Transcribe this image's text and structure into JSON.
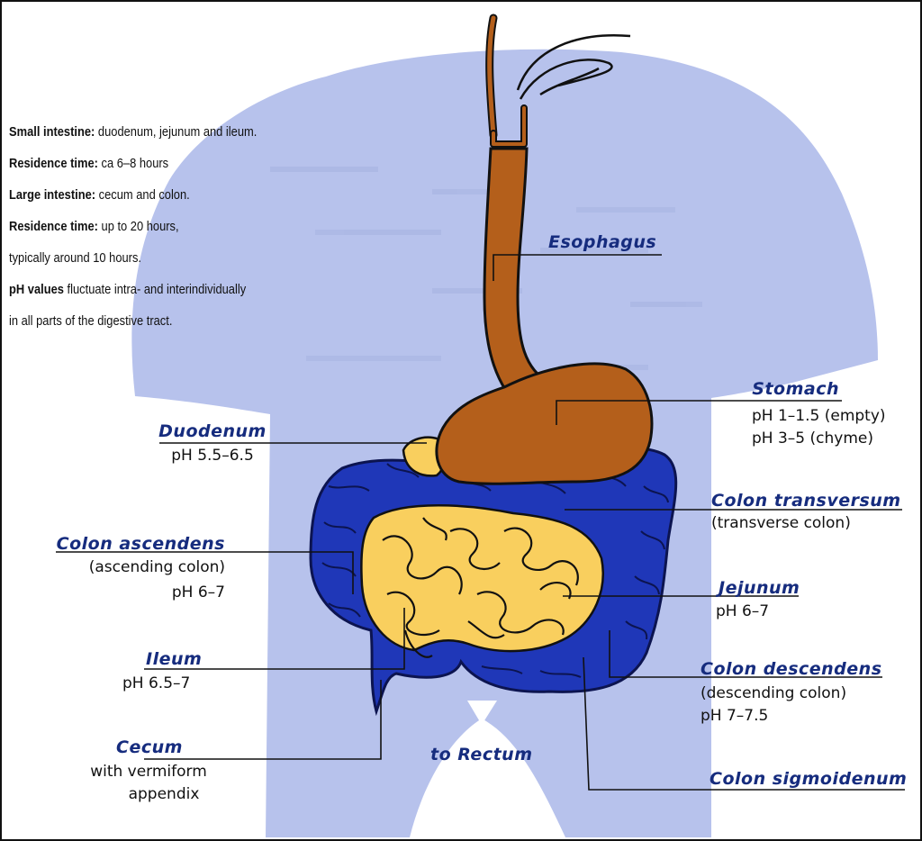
{
  "info": [
    {
      "label": "Small intestine:",
      "text": " duodenum, jejunum and ileum."
    },
    {
      "label": "Residence time:",
      "text": " ca 6–8 hours"
    },
    {
      "label": "Large intestine:",
      "text": " cecum and colon."
    },
    {
      "label": "Residence time:",
      "text": " up to 20 hours,"
    },
    {
      "label": "",
      "text": "typically around 10 hours."
    },
    {
      "label": "pH values",
      "text": " fluctuate intra- and interindividually"
    },
    {
      "label": "",
      "text": "in all parts of the digestive tract."
    }
  ],
  "labels": {
    "esophagus": {
      "name": "Esophagus"
    },
    "stomach": {
      "name": "Stomach",
      "lines": [
        "pH 1–1.5 (empty)",
        "pH 3–5 (chyme)"
      ]
    },
    "duodenum": {
      "name": "Duodenum",
      "lines": [
        "pH 5.5–6.5"
      ]
    },
    "colon_transversum": {
      "name": "Colon transversum",
      "lines": [
        "(transverse colon)"
      ]
    },
    "colon_ascendens": {
      "name": "Colon ascendens",
      "lines": [
        "(ascending colon)",
        "pH 6–7"
      ]
    },
    "jejunum": {
      "name": "Jejunum",
      "lines": [
        "pH 6–7"
      ]
    },
    "ileum": {
      "name": "Ileum",
      "lines": [
        "pH 6.5–7"
      ]
    },
    "colon_descendens": {
      "name": "Colon descendens",
      "lines": [
        "(descending colon)",
        "pH 7–7.5"
      ]
    },
    "cecum": {
      "name": "Cecum",
      "lines": [
        "with vermiform",
        "appendix"
      ]
    },
    "to_rectum": {
      "name": "to Rectum"
    },
    "colon_sigmoidenum": {
      "name": "Colon sigmoidenum"
    }
  },
  "colors": {
    "body": "#b7c2ec",
    "esophagus_stomach": "#b45f1b",
    "colon": "#1f37b8",
    "small_intestine": "#f9cf5e",
    "label_heading": "#162c7e"
  }
}
